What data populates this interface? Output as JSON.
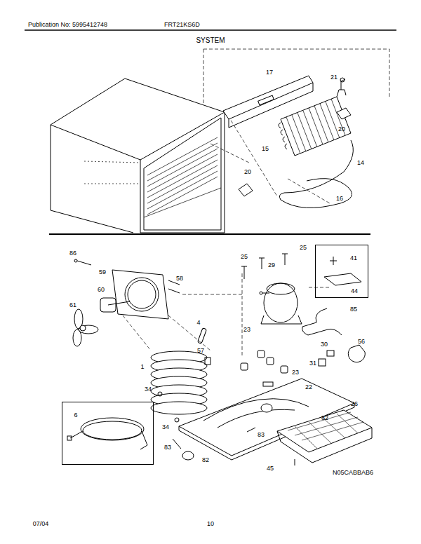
{
  "diagram": {
    "title": "SYSTEM",
    "nodes": [
      {
        "text": [
          "6"
        ]
      },
      {
        "text": [
          "41",
          "44"
        ]
      }
    ],
    "labels": [
      "Publication No: 5995412748",
      "FRT21KS6D",
      "17",
      "21",
      "20",
      "15",
      "14",
      "20",
      "16",
      "86",
      "25",
      "25",
      "59",
      "58",
      "29",
      "60",
      "61",
      "4",
      "85",
      "23",
      "56",
      "30",
      "57",
      "1",
      "31",
      "23",
      "22",
      "26",
      "34",
      "82",
      "34",
      "83",
      "83",
      "82",
      "45",
      "N05CABBAB6",
      "07/04",
      "10"
    ]
  }
}
